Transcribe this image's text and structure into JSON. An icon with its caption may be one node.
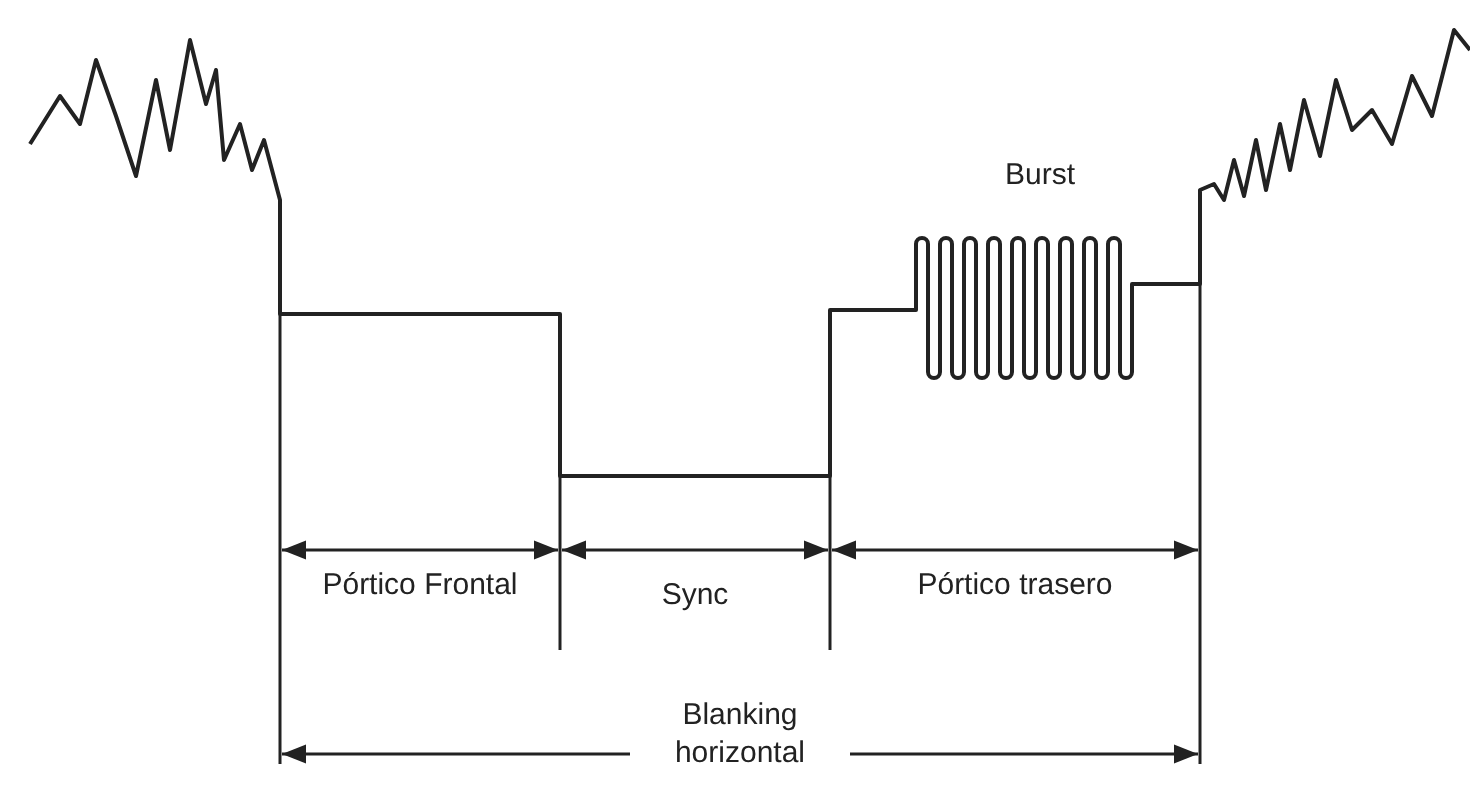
{
  "diagram": {
    "labels": [
      "Burst",
      "Pórtico Frontal",
      "Sync",
      "Pórtico trasero",
      "Blanking horizontal"
    ]
  }
}
